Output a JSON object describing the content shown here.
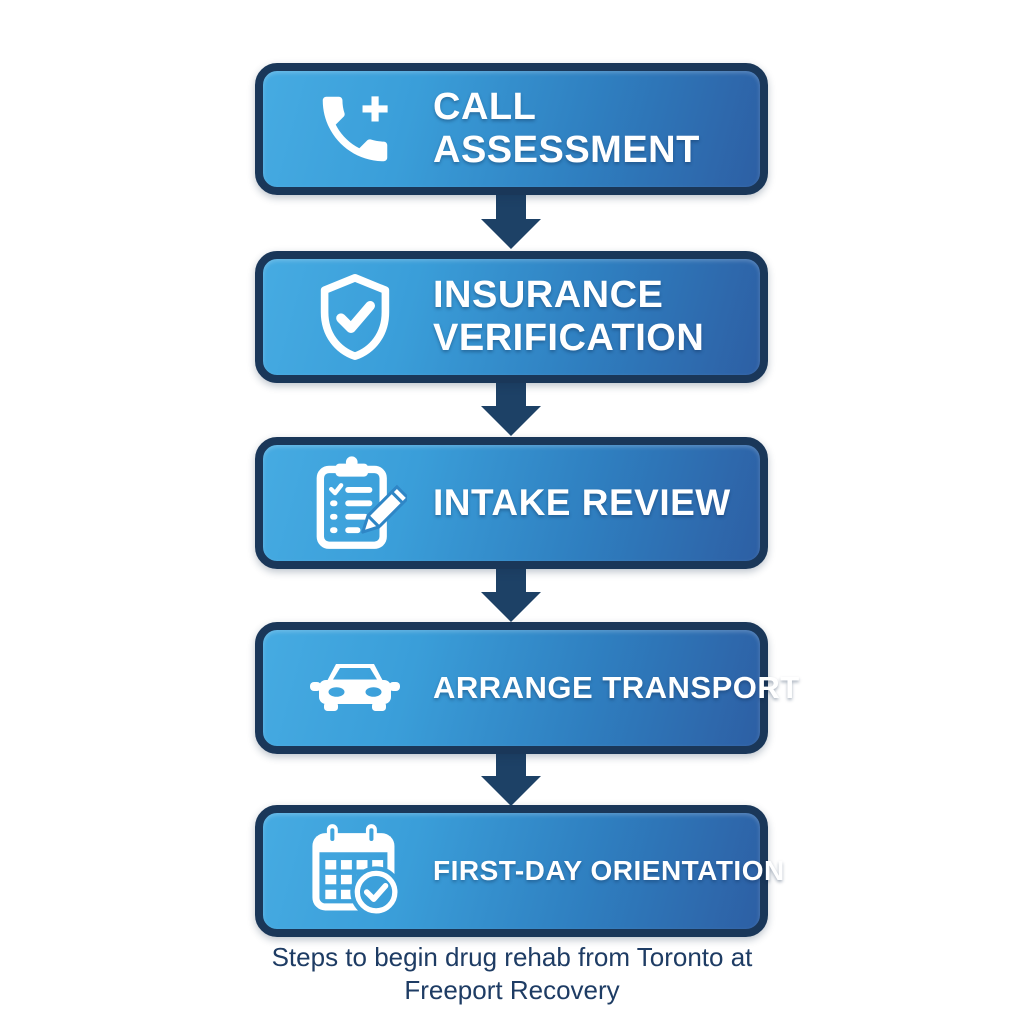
{
  "figure": {
    "type": "vertical-flowchart",
    "background": "#ffffff",
    "caption": "Steps to begin drug rehab from Toronto at Freeport Recovery",
    "caption_color": "#1e3c64"
  },
  "colors": {
    "box_border": "#1a3759",
    "box_gradient_start": "#46abe2",
    "box_gradient_end": "#2d5fa4",
    "arrow": "#1d4166",
    "step_text": "#ffffff"
  },
  "steps": [
    {
      "label": "CALL ASSESSMENT",
      "icon": "phone-plus-icon"
    },
    {
      "label": "INSURANCE VERIFICATION",
      "icon": "shield-check-icon"
    },
    {
      "label": "INTAKE REVIEW",
      "icon": "clipboard-pencil-icon"
    },
    {
      "label": "ARRANGE TRANSPORT",
      "icon": "car-icon"
    },
    {
      "label": "FIRST-DAY ORIENTATION",
      "icon": "calendar-check-icon"
    }
  ]
}
